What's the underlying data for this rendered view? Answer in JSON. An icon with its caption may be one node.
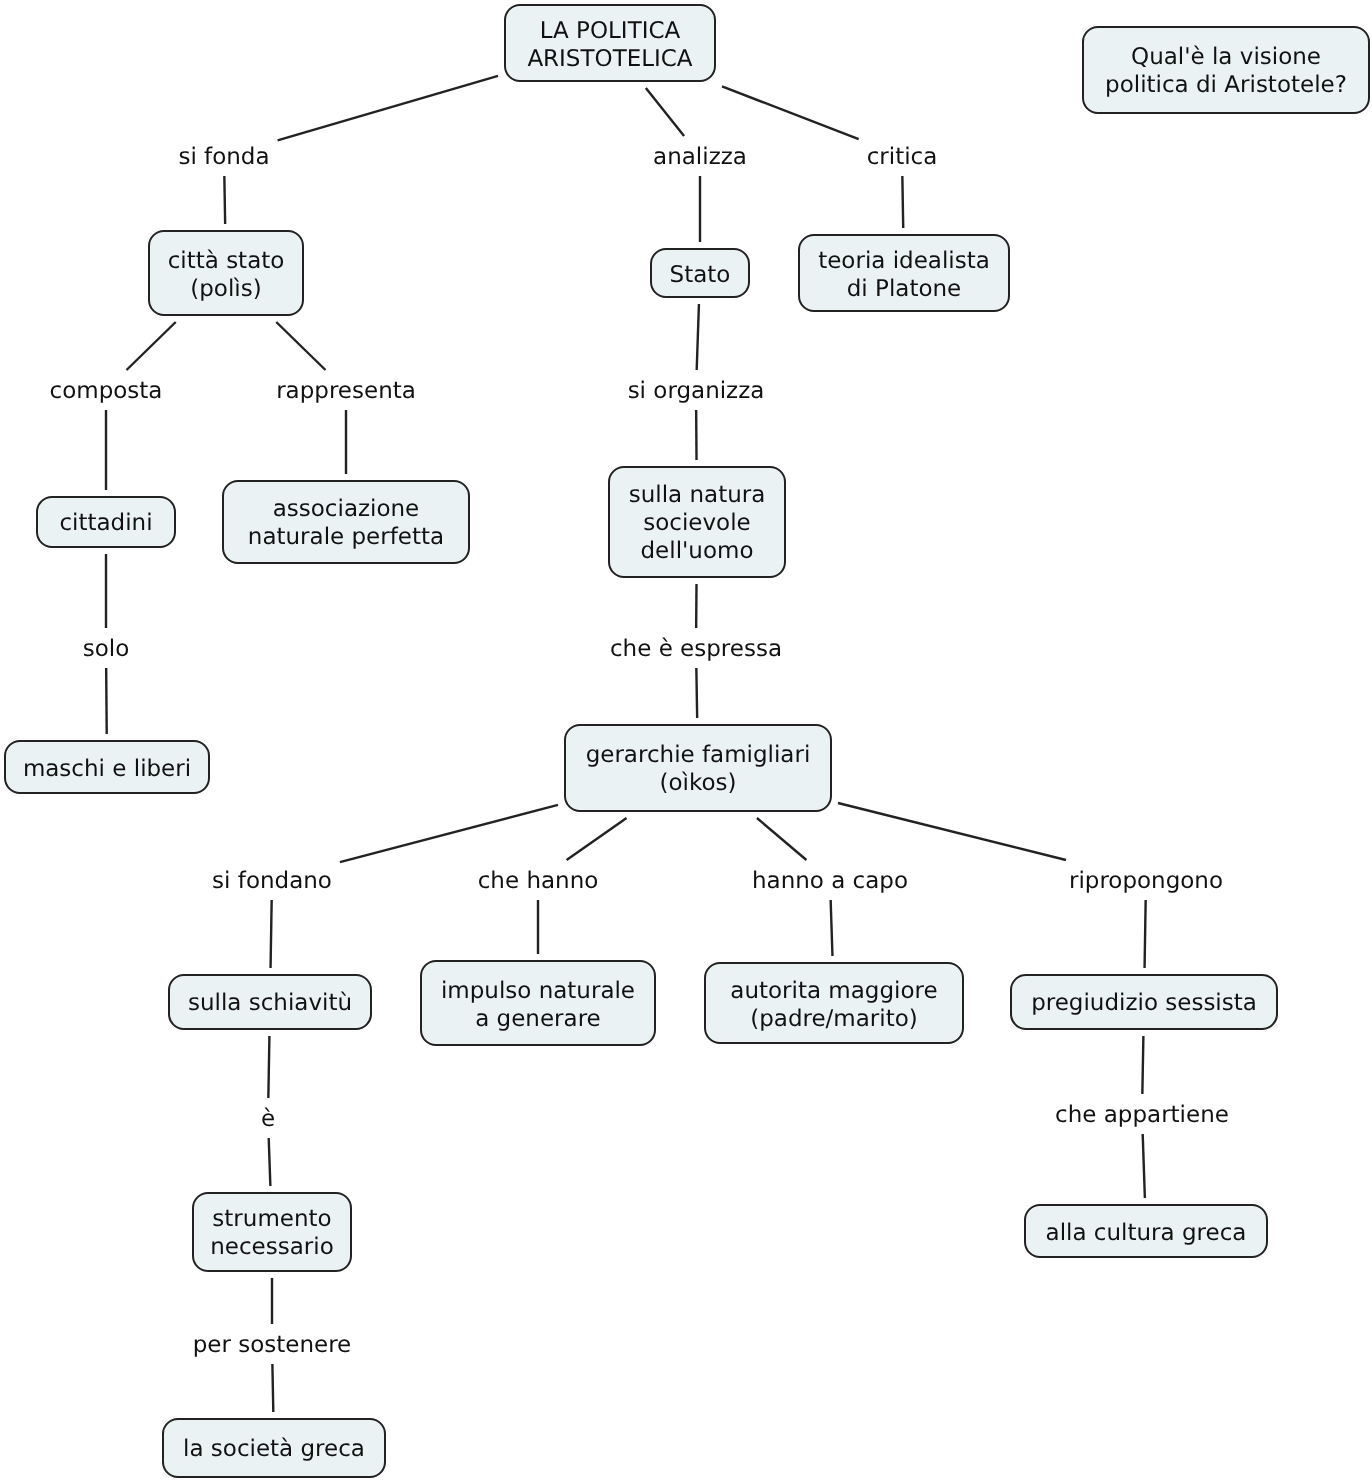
{
  "diagram": {
    "nodes": [
      {
        "text": [
          "LA POLITICA ARISTOTELICA"
        ]
      },
      {
        "text": [
          "Qual'è la visione politica di Aristotele?"
        ]
      },
      {
        "text": [
          "si fonda"
        ]
      },
      {
        "text": [
          "analizza"
        ]
      },
      {
        "text": [
          "critica"
        ]
      },
      {
        "text": [
          "città stato (polìs)"
        ]
      },
      {
        "text": [
          "Stato"
        ]
      },
      {
        "text": [
          "teoria idealista di Platone"
        ]
      },
      {
        "text": [
          "composta"
        ]
      },
      {
        "text": [
          "rappresenta"
        ]
      },
      {
        "text": [
          "si organizza"
        ]
      },
      {
        "text": [
          "cittadini"
        ]
      },
      {
        "text": [
          "associazione naturale perfetta"
        ]
      },
      {
        "text": [
          "sulla natura socievole dell'uomo"
        ]
      },
      {
        "text": [
          "solo"
        ]
      },
      {
        "text": [
          "che è espressa"
        ]
      },
      {
        "text": [
          "maschi e liberi"
        ]
      },
      {
        "text": [
          "gerarchie famigliari (oìkos)"
        ]
      },
      {
        "text": [
          "si fondano"
        ]
      },
      {
        "text": [
          "che hanno"
        ]
      },
      {
        "text": [
          "hanno a capo"
        ]
      },
      {
        "text": [
          "ripropongono"
        ]
      },
      {
        "text": [
          "sulla schiavitù"
        ]
      },
      {
        "text": [
          "impulso naturale a generare"
        ]
      },
      {
        "text": [
          "autorita maggiore (padre/marito)"
        ]
      },
      {
        "text": [
          "pregiudizio sessista"
        ]
      },
      {
        "text": [
          "è"
        ]
      },
      {
        "text": [
          "che appartiene"
        ]
      },
      {
        "text": [
          "strumento necessario"
        ]
      },
      {
        "text": [
          "alla cultura greca"
        ]
      },
      {
        "text": [
          "per sostenere"
        ]
      },
      {
        "text": [
          "la società greca"
        ]
      }
    ],
    "edges": [
      {
        "from": 0,
        "to": 2,
        "arrow": "none"
      },
      {
        "from": 0,
        "to": 3,
        "arrow": "none"
      },
      {
        "from": 0,
        "to": 4,
        "arrow": "none"
      },
      {
        "from": 2,
        "to": 5,
        "arrow": "none"
      },
      {
        "from": 3,
        "to": 6,
        "arrow": "none"
      },
      {
        "from": 4,
        "to": 7,
        "arrow": "none"
      },
      {
        "from": 5,
        "to": 8,
        "arrow": "none"
      },
      {
        "from": 5,
        "to": 9,
        "arrow": "none"
      },
      {
        "from": 6,
        "to": 10,
        "arrow": "none"
      },
      {
        "from": 8,
        "to": 11,
        "arrow": "none"
      },
      {
        "from": 9,
        "to": 12,
        "arrow": "none"
      },
      {
        "from": 10,
        "to": 13,
        "arrow": "none"
      },
      {
        "from": 11,
        "to": 14,
        "arrow": "none"
      },
      {
        "from": 13,
        "to": 15,
        "arrow": "none"
      },
      {
        "from": 14,
        "to": 16,
        "arrow": "none"
      },
      {
        "from": 15,
        "to": 17,
        "arrow": "none"
      },
      {
        "from": 17,
        "to": 18,
        "arrow": "none"
      },
      {
        "from": 17,
        "to": 19,
        "arrow": "none"
      },
      {
        "from": 17,
        "to": 20,
        "arrow": "none"
      },
      {
        "from": 17,
        "to": 21,
        "arrow": "none"
      },
      {
        "from": 18,
        "to": 22,
        "arrow": "none"
      },
      {
        "from": 19,
        "to": 23,
        "arrow": "none"
      },
      {
        "from": 20,
        "to": 24,
        "arrow": "none"
      },
      {
        "from": 21,
        "to": 25,
        "arrow": "none"
      },
      {
        "from": 22,
        "to": 26,
        "arrow": "none"
      },
      {
        "from": 25,
        "to": 27,
        "arrow": "none"
      },
      {
        "from": 26,
        "to": 28,
        "arrow": "none"
      },
      {
        "from": 27,
        "to": 29,
        "arrow": "none"
      },
      {
        "from": 28,
        "to": 30,
        "arrow": "none"
      },
      {
        "from": 30,
        "to": 31,
        "arrow": "none"
      }
    ]
  }
}
